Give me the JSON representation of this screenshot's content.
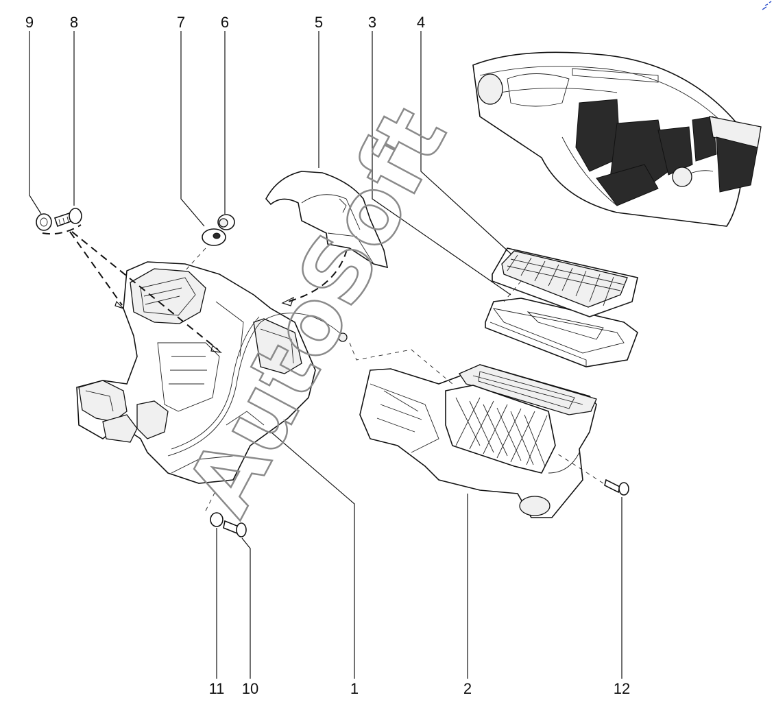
{
  "callouts": [
    {
      "id": "9",
      "label": "9"
    },
    {
      "id": "8",
      "label": "8"
    },
    {
      "id": "7",
      "label": "7"
    },
    {
      "id": "6",
      "label": "6"
    },
    {
      "id": "5",
      "label": "5"
    },
    {
      "id": "3",
      "label": "3"
    },
    {
      "id": "4",
      "label": "4"
    },
    {
      "id": "11",
      "label": "11"
    },
    {
      "id": "10",
      "label": "10"
    },
    {
      "id": "1",
      "label": "1"
    },
    {
      "id": "2",
      "label": "2"
    },
    {
      "id": "12",
      "label": "12"
    }
  ],
  "watermark": {
    "text": "AutoSoft"
  },
  "colors": {
    "ink": "#111111",
    "watermark": "#8a8a8a",
    "background": "#ffffff"
  }
}
